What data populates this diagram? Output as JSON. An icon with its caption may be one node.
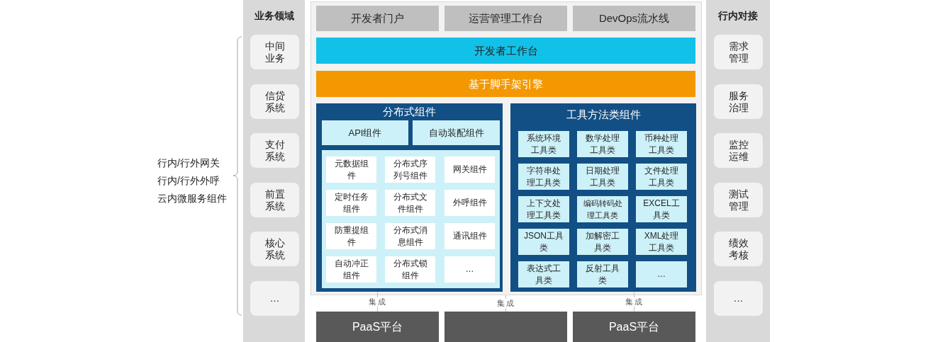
{
  "diagram": {
    "nodes": [
      {
        "text": [
          "业务领域"
        ]
      },
      {
        "text": [
          "中间业务"
        ],
        "in": 0
      },
      {
        "text": [
          "信贷系统"
        ],
        "in": 0
      },
      {
        "text": [
          "支付系统"
        ],
        "in": 0
      },
      {
        "text": [
          "前置系统"
        ],
        "in": 0
      },
      {
        "text": [
          "核心系统"
        ],
        "in": 0
      },
      {
        "text": [
          "…"
        ],
        "in": 0
      },
      {
        "text": [],
        "shape": "box"
      },
      {
        "text": [
          "开发者门户"
        ],
        "in": 7
      },
      {
        "text": [
          "运营管理工作台"
        ],
        "in": 7
      },
      {
        "text": [
          "DevOps流水线"
        ],
        "in": 7
      },
      {
        "text": [
          "开发者工作台"
        ],
        "in": 7
      },
      {
        "text": [
          "基于脚手架引擎"
        ],
        "in": 7
      },
      {
        "text": [
          "分布式组件"
        ],
        "in": 7
      },
      {
        "text": [
          "API组件"
        ],
        "in": 13
      },
      {
        "text": [
          "自动装配组件"
        ],
        "in": 13
      },
      {
        "text": [],
        "shape": "box",
        "in": 13
      },
      {
        "text": [
          "元数据组件"
        ],
        "in": 16
      },
      {
        "text": [
          "分布式序列号组件"
        ],
        "in": 16
      },
      {
        "text": [
          "网关组件"
        ],
        "in": 16
      },
      {
        "text": [
          "定时任务组件"
        ],
        "in": 16
      },
      {
        "text": [
          "分布式文件组件"
        ],
        "in": 16
      },
      {
        "text": [
          "外呼组件"
        ],
        "in": 16
      },
      {
        "text": [
          "防重提组件"
        ],
        "in": 16
      },
      {
        "text": [
          "分布式消息组件"
        ],
        "in": 16
      },
      {
        "text": [
          "通讯组件"
        ],
        "in": 16
      },
      {
        "text": [
          "自动冲正组件"
        ],
        "in": 16
      },
      {
        "text": [
          "分布式锁组件"
        ],
        "in": 16
      },
      {
        "text": [
          "…"
        ],
        "in": 16
      },
      {
        "text": [
          "工具方法类组件"
        ],
        "in": 7
      },
      {
        "text": [
          "系统环境工具类"
        ],
        "in": 29
      },
      {
        "text": [
          "数学处理工具类"
        ],
        "in": 29
      },
      {
        "text": [
          "币种处理工具类"
        ],
        "in": 29
      },
      {
        "text": [
          "字符串处理工具类"
        ],
        "in": 29
      },
      {
        "text": [
          "日期处理工具类"
        ],
        "in": 29
      },
      {
        "text": [
          "文件处理工具类"
        ],
        "in": 29
      },
      {
        "text": [
          "上下文处理工具类"
        ],
        "in": 29
      },
      {
        "text": [
          "编码转码处理工具类"
        ],
        "in": 29
      },
      {
        "text": [
          "EXCEL工具类"
        ],
        "in": 29
      },
      {
        "text": [
          "JSON工具类"
        ],
        "in": 29
      },
      {
        "text": [
          "加解密工具类"
        ],
        "in": 29
      },
      {
        "text": [
          "XML处理工具类"
        ],
        "in": 29
      },
      {
        "text": [
          "表达式工具类"
        ],
        "in": 29
      },
      {
        "text": [
          "反射工具类"
        ],
        "in": 29
      },
      {
        "text": [
          "…"
        ],
        "in": 29
      },
      {
        "text": [
          "行内对接"
        ]
      },
      {
        "text": [
          "需求管理"
        ],
        "in": 45
      },
      {
        "text": [
          "服务治理"
        ],
        "in": 45
      },
      {
        "text": [
          "监控运维"
        ],
        "in": 45
      },
      {
        "text": [
          "测试管理"
        ],
        "in": 45
      },
      {
        "text": [
          "绩效考核"
        ],
        "in": 45
      },
      {
        "text": [
          "…"
        ],
        "in": 45
      },
      {
        "text": [
          "PaaS平台"
        ]
      },
      {
        "text": [],
        "shape": "box"
      },
      {
        "text": [
          "PaaS平台"
        ]
      }
    ],
    "edges": [
      {
        "from": 13,
        "to": 52,
        "arrow": "none",
        "label": "集成"
      },
      {
        "from": 7,
        "to": 53,
        "arrow": "none",
        "label": "集成"
      },
      {
        "from": 29,
        "to": 54,
        "arrow": "none",
        "label": "集成"
      }
    ],
    "labels": [
      "行内/行外网关",
      "行内/行外外呼",
      "云内微服务组件"
    ]
  }
}
